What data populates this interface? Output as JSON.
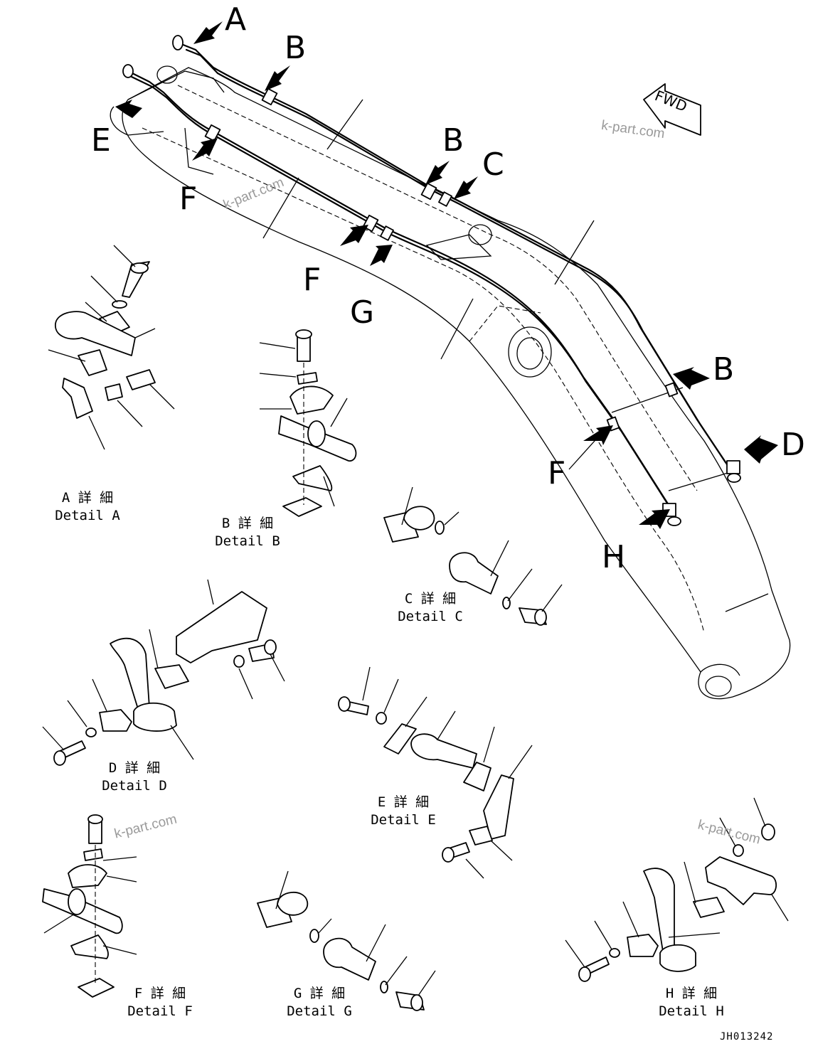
{
  "callouts": [
    "A",
    "B",
    "B",
    "C",
    "E",
    "F",
    "F",
    "G",
    "B",
    "D",
    "F",
    "H"
  ],
  "fwd": "FWD",
  "details": [
    {
      "jp": "A 詳 細",
      "en": "Detail A"
    },
    {
      "jp": "B 詳 細",
      "en": "Detail B"
    },
    {
      "jp": "C 詳 細",
      "en": "Detail C"
    },
    {
      "jp": "D 詳 細",
      "en": "Detail D"
    },
    {
      "jp": "E 詳 細",
      "en": "Detail E"
    },
    {
      "jp": "F 詳 細",
      "en": "Detail F"
    },
    {
      "jp": "G 詳 細",
      "en": "Detail G"
    },
    {
      "jp": "H 詳 細",
      "en": "Detail H"
    }
  ],
  "watermark": "k-part.com",
  "drawing_code": "JH013242"
}
